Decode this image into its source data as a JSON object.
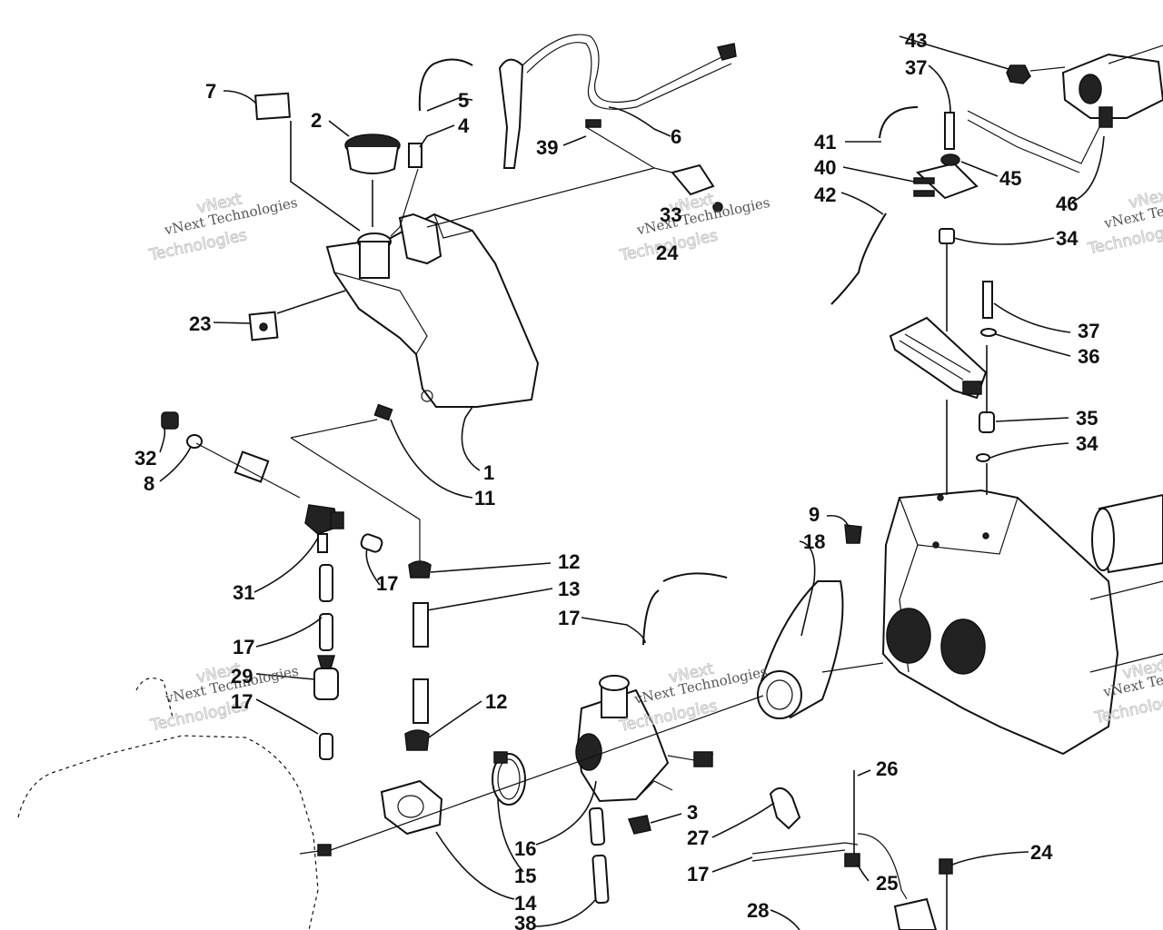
{
  "watermark": {
    "brand_line1": "vNext",
    "brand_line2": "Technologies",
    "caption": "vNext Technologies"
  },
  "callouts": {
    "c1": "1",
    "c2": "2",
    "c3": "3",
    "c4": "4",
    "c5": "5",
    "c6": "6",
    "c7": "7",
    "c8": "8",
    "c9": "9",
    "c11": "11",
    "c12a": "12",
    "c12b": "12",
    "c13": "13",
    "c14": "14",
    "c15": "15",
    "c16": "16",
    "c17a": "17",
    "c17b": "17",
    "c17c": "17",
    "c17d": "17",
    "c17e": "17",
    "c18": "18",
    "c23": "23",
    "c24a": "24",
    "c24b": "24",
    "c25": "25",
    "c26": "26",
    "c27": "27",
    "c28": "28",
    "c29": "29",
    "c31": "31",
    "c32": "32",
    "c33": "33",
    "c34a": "34",
    "c34b": "34",
    "c35": "35",
    "c36": "36",
    "c37a": "37",
    "c37b": "37",
    "c38": "38",
    "c39": "39",
    "c40": "40",
    "c41": "41",
    "c42": "42",
    "c43": "43",
    "c45": "45",
    "c46": "46"
  }
}
